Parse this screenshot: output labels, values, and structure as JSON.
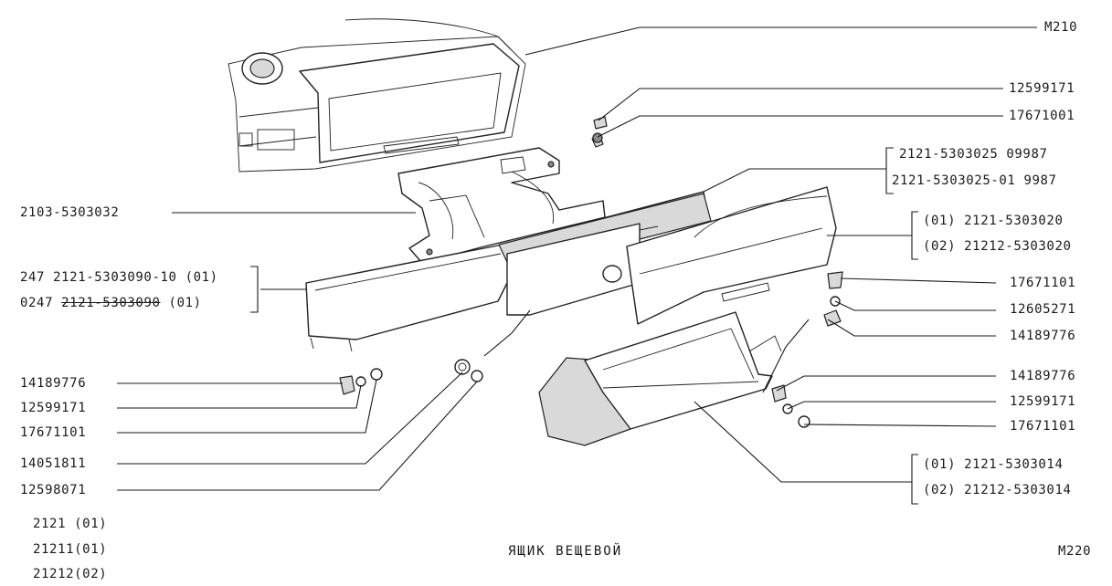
{
  "labels": {
    "m210": "M210",
    "bolt_top_1": "12599171",
    "bolt_top_2": "17671001",
    "glass_lid": "2103-5303032",
    "panel_a": "2121-5303025 09987",
    "panel_b": "2121-5303025-01 9987",
    "lid_01": "(01) 2121-5303020",
    "lid_02": "(02) 21212-5303020",
    "lower_a": "247 2121-5303090-10 (01)",
    "lower_b_prefix": "0247 ",
    "lower_b_struck": "2121-5303090",
    "lower_b_suffix": " (01)",
    "r_17671101": "17671101",
    "r_12605271": "12605271",
    "r_14189776": "14189776",
    "l_14189776": "14189776",
    "l_12599171": "12599171",
    "l_17671101": "17671101",
    "l_14051811": "14051811",
    "l_12598071": "12598071",
    "r2_14189776": "14189776",
    "r2_12599171": "12599171",
    "r2_17671101": "17671101",
    "box_01": "(01) 2121-5303014",
    "box_02": "(02) 21212-5303014",
    "model_1": "2121 (01)",
    "model_2": "21211(01)",
    "model_3": "21212(02)",
    "caption": "ЯЩИК ВЕЩЕВОЙ",
    "m220": "M220"
  }
}
